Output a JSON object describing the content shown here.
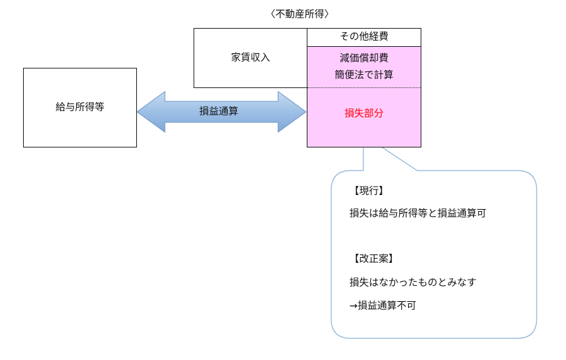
{
  "diagram": {
    "title": "〈不動産所得〉",
    "salary_box": "給与所得等",
    "rent_box": "家賃収入",
    "other_expenses": "その他経費",
    "depreciation_line1": "減価償却費",
    "depreciation_line2": "簡便法で計算",
    "loss_part": "損失部分",
    "offset_arrow_label": "損益通算"
  },
  "callout": {
    "current_heading": "【現行】",
    "current_text": "損失は給与所得等と損益通算可",
    "reform_heading": "【改正案】",
    "reform_text1": "損失はなかったものとみなす",
    "reform_text2": "→損益通算不可"
  },
  "colors": {
    "loss_fill": "#ffccff",
    "loss_text": "#ff0000",
    "arrow_fill": "#9ec0e6",
    "arrow_stroke": "#6f97c6",
    "callout_stroke": "#8db4d8"
  }
}
